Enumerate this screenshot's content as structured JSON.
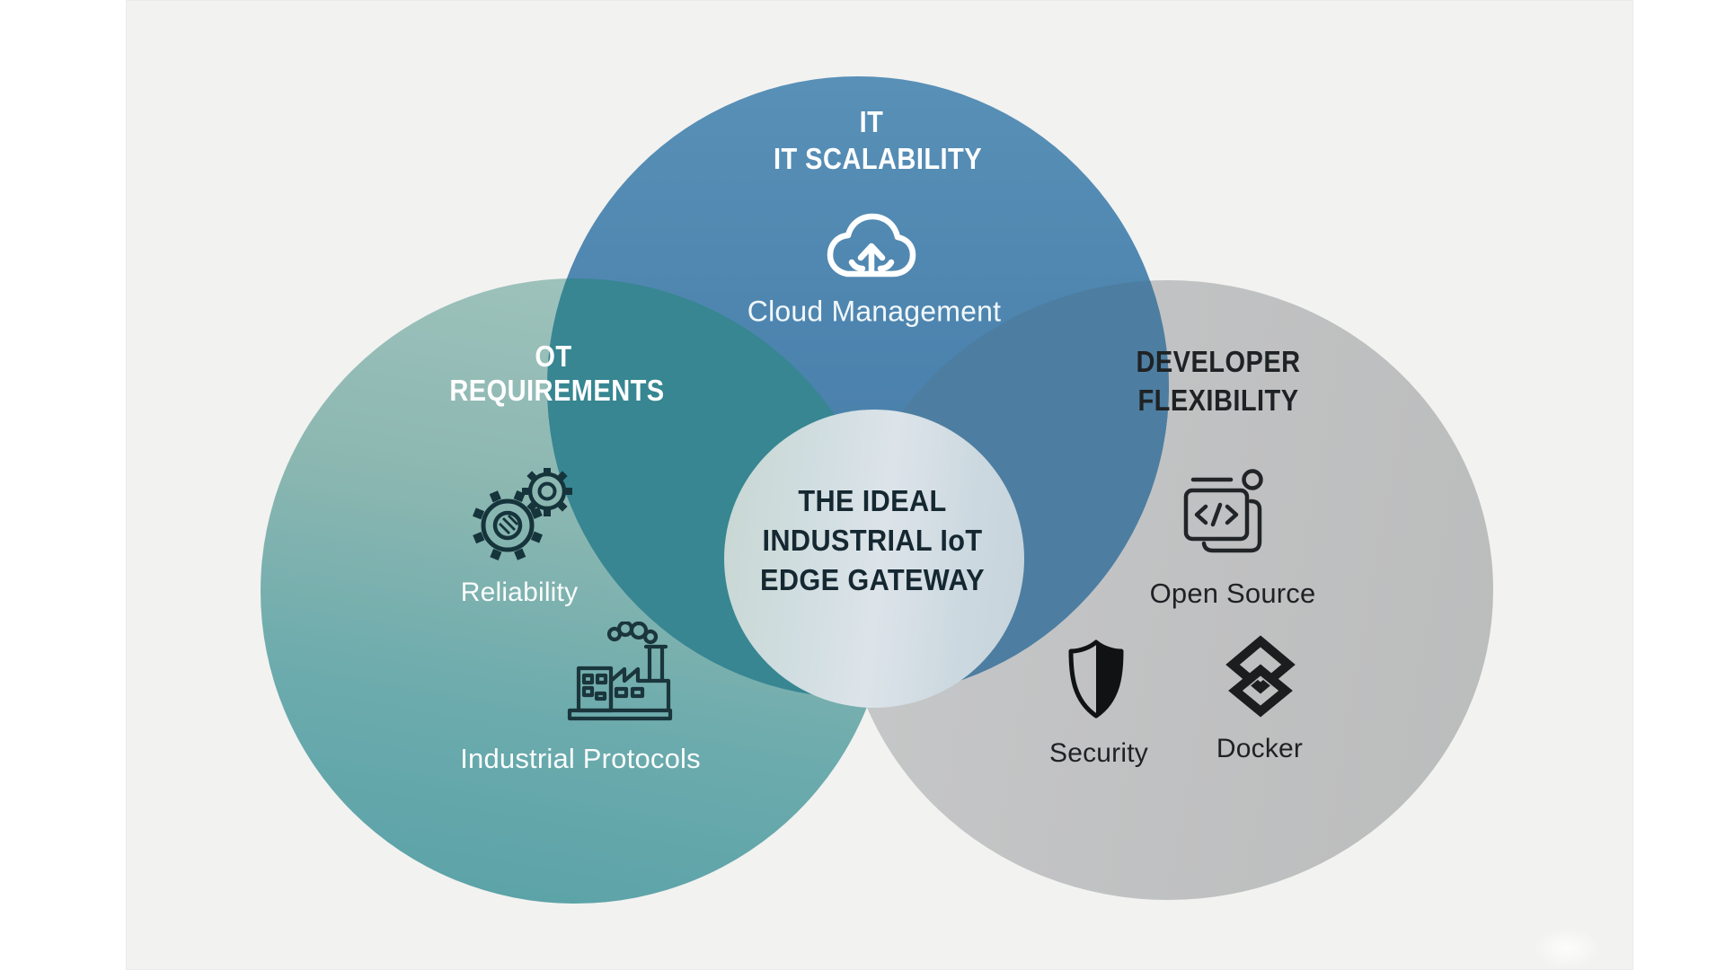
{
  "colors": {
    "canvas_bg": "#f2f2f0",
    "it_circle": "#4c83ae",
    "ot_circle": "#7fb0ab",
    "dev_circle": "#c1c2c3",
    "it_ot_overlap": "#378692",
    "it_dev_overlap": "#4d7ea1",
    "ot_dev_overlap": "#c4cfcd",
    "center_disc": "#d5e0e5",
    "light_text": "#ffffff",
    "dark_text": "#1f2224"
  },
  "venn": {
    "it": {
      "title_line1": "IT",
      "title_line2": "IT SCALABILITY",
      "items": [
        {
          "icon": "cloud-upload-icon",
          "label": "Cloud Management"
        }
      ]
    },
    "ot": {
      "title_line1": "OT",
      "title_line2": "REQUIREMENTS",
      "items": [
        {
          "icon": "gears-icon",
          "label": "Reliability"
        },
        {
          "icon": "factory-icon",
          "label": "Industrial Protocols"
        }
      ]
    },
    "dev": {
      "title_line1": "DEVELOPER",
      "title_line2": "FLEXIBILITY",
      "items": [
        {
          "icon": "code-window-icon",
          "label": "Open Source"
        },
        {
          "icon": "shield-icon",
          "label": "Security"
        },
        {
          "icon": "docker-icon",
          "label": "Docker"
        }
      ]
    },
    "center": {
      "line1": "THE IDEAL",
      "line2": "INDUSTRIAL IoT",
      "line3": "EDGE GATEWAY"
    }
  }
}
